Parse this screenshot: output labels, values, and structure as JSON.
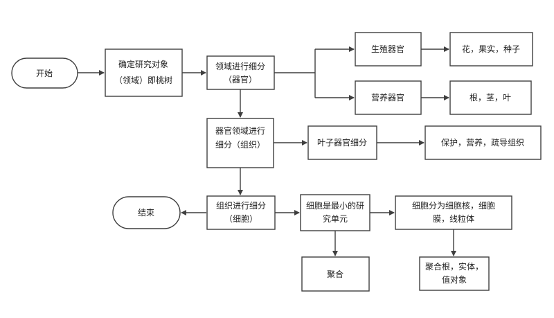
{
  "colors": {
    "stroke": "#3f3f3f",
    "fill": "#ffffff",
    "text": "#222222"
  },
  "nodes": {
    "start": [
      "开始"
    ],
    "define_object": [
      "确定研究对象",
      "（领域）即桃树"
    ],
    "domain_subdivide": [
      "领域进行细分",
      "（器官）"
    ],
    "reproductive": [
      "生殖器官"
    ],
    "flower_fruit_seed": [
      "花，果实，种子"
    ],
    "vegetative": [
      "营养器官"
    ],
    "root_stem_leaf": [
      "根，茎，叶"
    ],
    "organ_subdivide": [
      "器官领域进行",
      "细分（组织）"
    ],
    "leaf_subdivide": [
      "叶子器官细分"
    ],
    "tissues": [
      "保护，营养，疏导组织"
    ],
    "tissue_subdivide": [
      "组织进行细分",
      "（细胞）"
    ],
    "end": [
      "结束"
    ],
    "cell_smallest": [
      "细胞是最小的研",
      "究单元"
    ],
    "cell_parts": [
      "细胞分为细胞核，细胞",
      "膜，线粒体"
    ],
    "aggregate": [
      "聚合"
    ],
    "aggregate_root": [
      "聚合根，实体，",
      "值对象"
    ]
  }
}
